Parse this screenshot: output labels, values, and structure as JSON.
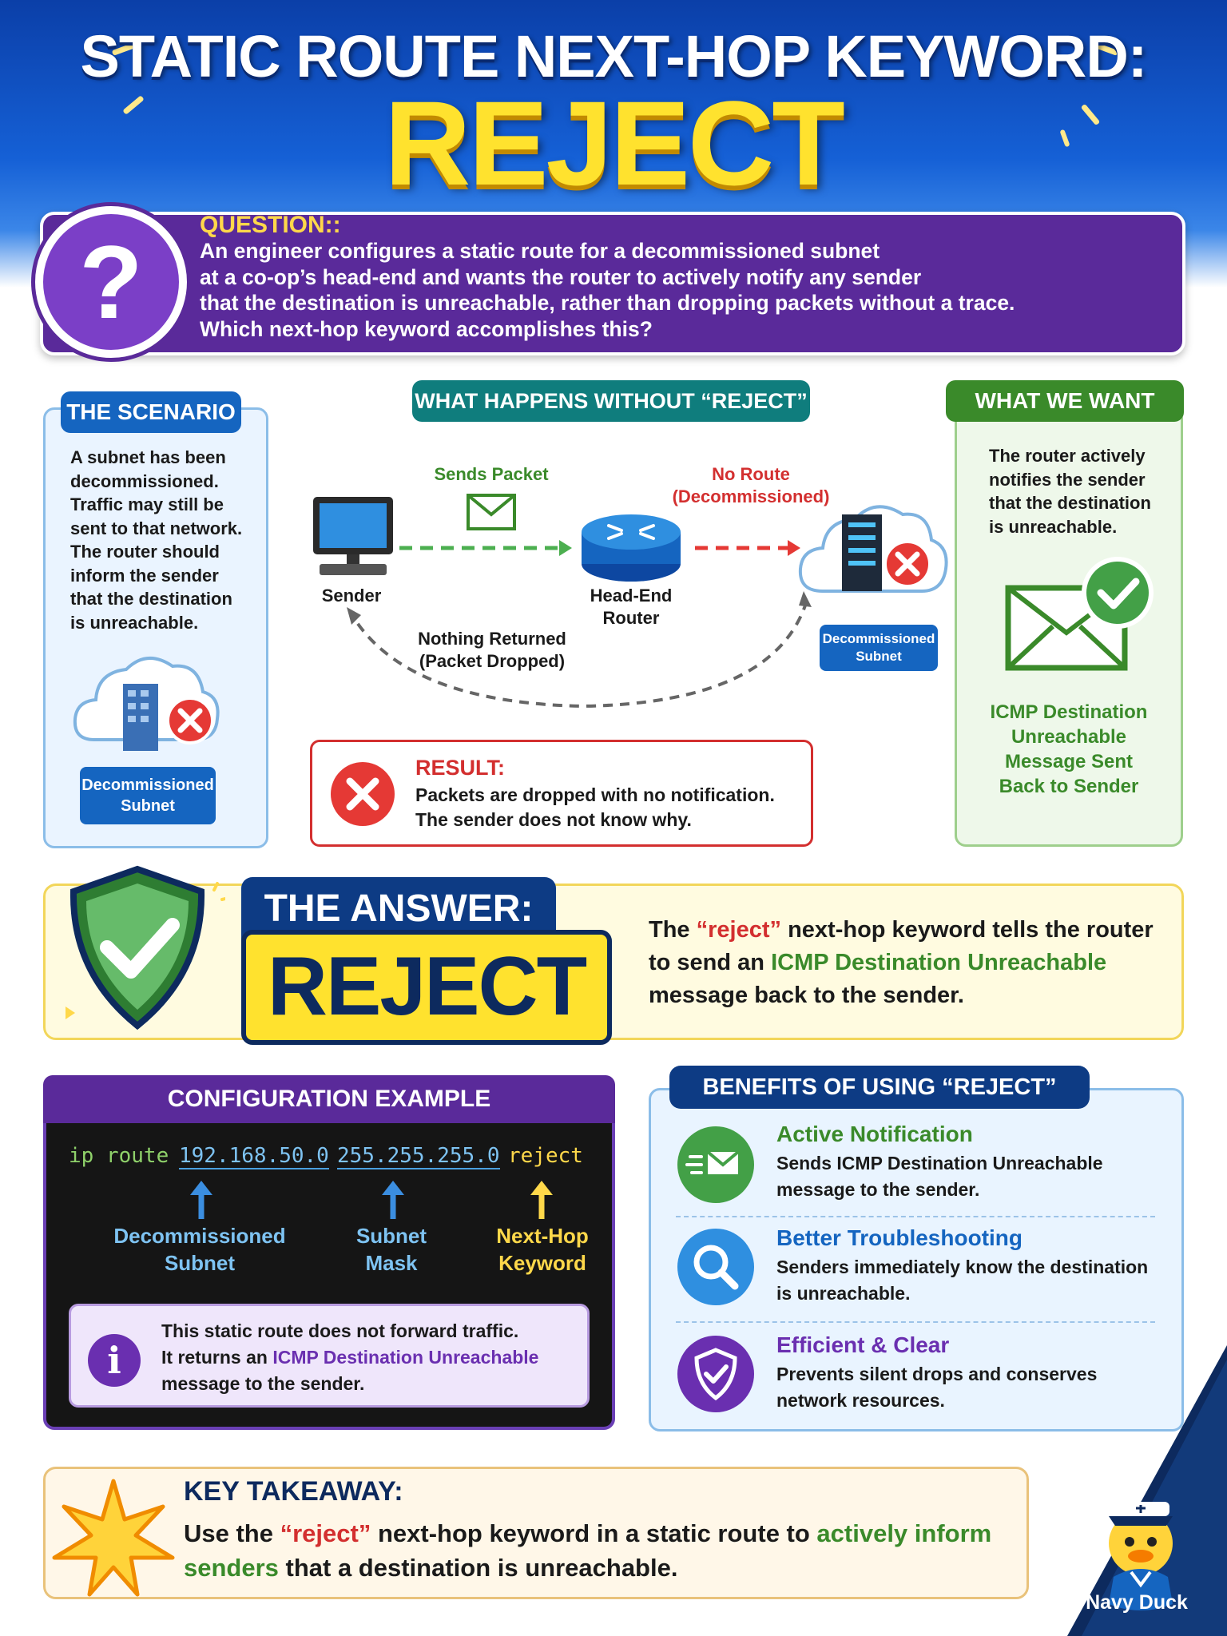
{
  "header": {
    "title": "STATIC ROUTE NEXT-HOP KEYWORD:",
    "highlight": "REJECT"
  },
  "question": {
    "label": "QUESTION::",
    "mark": "?",
    "lines": [
      "An engineer configures a static route for a decommissioned subnet",
      "at a co-op’s head-end and wants the router to actively notify any sender",
      "that the destination is unreachable, rather than dropping packets without a trace.",
      "Which next-hop keyword accomplishes this?"
    ]
  },
  "scenario": {
    "title": "THE SCENARIO",
    "lines": [
      "A subnet has been",
      "decommissioned.",
      "Traffic may still be",
      "sent to that network.",
      "The router should",
      "inform the sender",
      "that the destination",
      "is unreachable."
    ],
    "tag": [
      "Decommissioned",
      "Subnet"
    ]
  },
  "without": {
    "title": "WHAT HAPPENS WITHOUT “REJECT”",
    "sends_packet": "Sends Packet",
    "no_route": [
      "No Route",
      "(Decommissioned)"
    ],
    "sender": "Sender",
    "router": [
      "Head-End",
      "Router"
    ],
    "nothing": [
      "Nothing Returned",
      "(Packet Dropped)"
    ],
    "subnet_tag": [
      "Decommissioned",
      "Subnet"
    ],
    "result_label": "RESULT:",
    "result_lines": [
      "Packets are dropped with no notification.",
      "The sender does not know why."
    ]
  },
  "want": {
    "title": "WHAT WE WANT",
    "lines": [
      "The router actively",
      "notifies the sender",
      "that the destination",
      "is unreachable."
    ],
    "icmp": [
      "ICMP Destination",
      "Unreachable",
      "Message Sent",
      "Back to Sender"
    ]
  },
  "answer": {
    "label": "THE ANSWER:",
    "value": "REJECT",
    "text": {
      "p1": "The ",
      "kw": "“reject”",
      "p2": " next-hop keyword tells the router to send an ",
      "icmp": "ICMP Destination Unreachable",
      "p3": " message back to the sender."
    }
  },
  "config": {
    "title": "CONFIGURATION EXAMPLE",
    "cmd": "ip route",
    "ip": "192.168.50.0",
    "mask": "255.255.255.0",
    "kw": "reject",
    "labels": {
      "subnet": [
        "Decommissioned",
        "Subnet"
      ],
      "mask": [
        "Subnet",
        "Mask"
      ],
      "kw": [
        "Next-Hop",
        "Keyword"
      ]
    },
    "info_mark": "i",
    "info": {
      "l1": "This static route does not forward traffic.",
      "l2a": "It returns an ",
      "l2b": "ICMP Destination Unreachable",
      "l3": "message to the sender."
    }
  },
  "benefits": {
    "title": "BENEFITS OF USING “REJECT”",
    "items": [
      {
        "title": "Active Notification",
        "lines": [
          "Sends ICMP Destination Unreachable",
          "message to the sender."
        ]
      },
      {
        "title": "Better Troubleshooting",
        "lines": [
          "Senders immediately know the destination",
          "is unreachable."
        ]
      },
      {
        "title": "Efficient & Clear",
        "lines": [
          "Prevents silent drops and conserves",
          "network resources."
        ]
      }
    ]
  },
  "takeaway": {
    "title": "KEY TAKEAWAY:",
    "p1": "Use the ",
    "kw": "“reject”",
    "p2": " next-hop keyword in a static route to ",
    "g1": "actively inform",
    "g2": "senders",
    "p3": " that a destination is unreachable."
  },
  "brand": "Navy Duck",
  "colors": {
    "navy": "#0d3b84",
    "purple": "#5a2a9a",
    "yellow": "#ffe22e",
    "green": "#3a8a2a",
    "red": "#d32f2f",
    "teal": "#0f7d7d"
  }
}
